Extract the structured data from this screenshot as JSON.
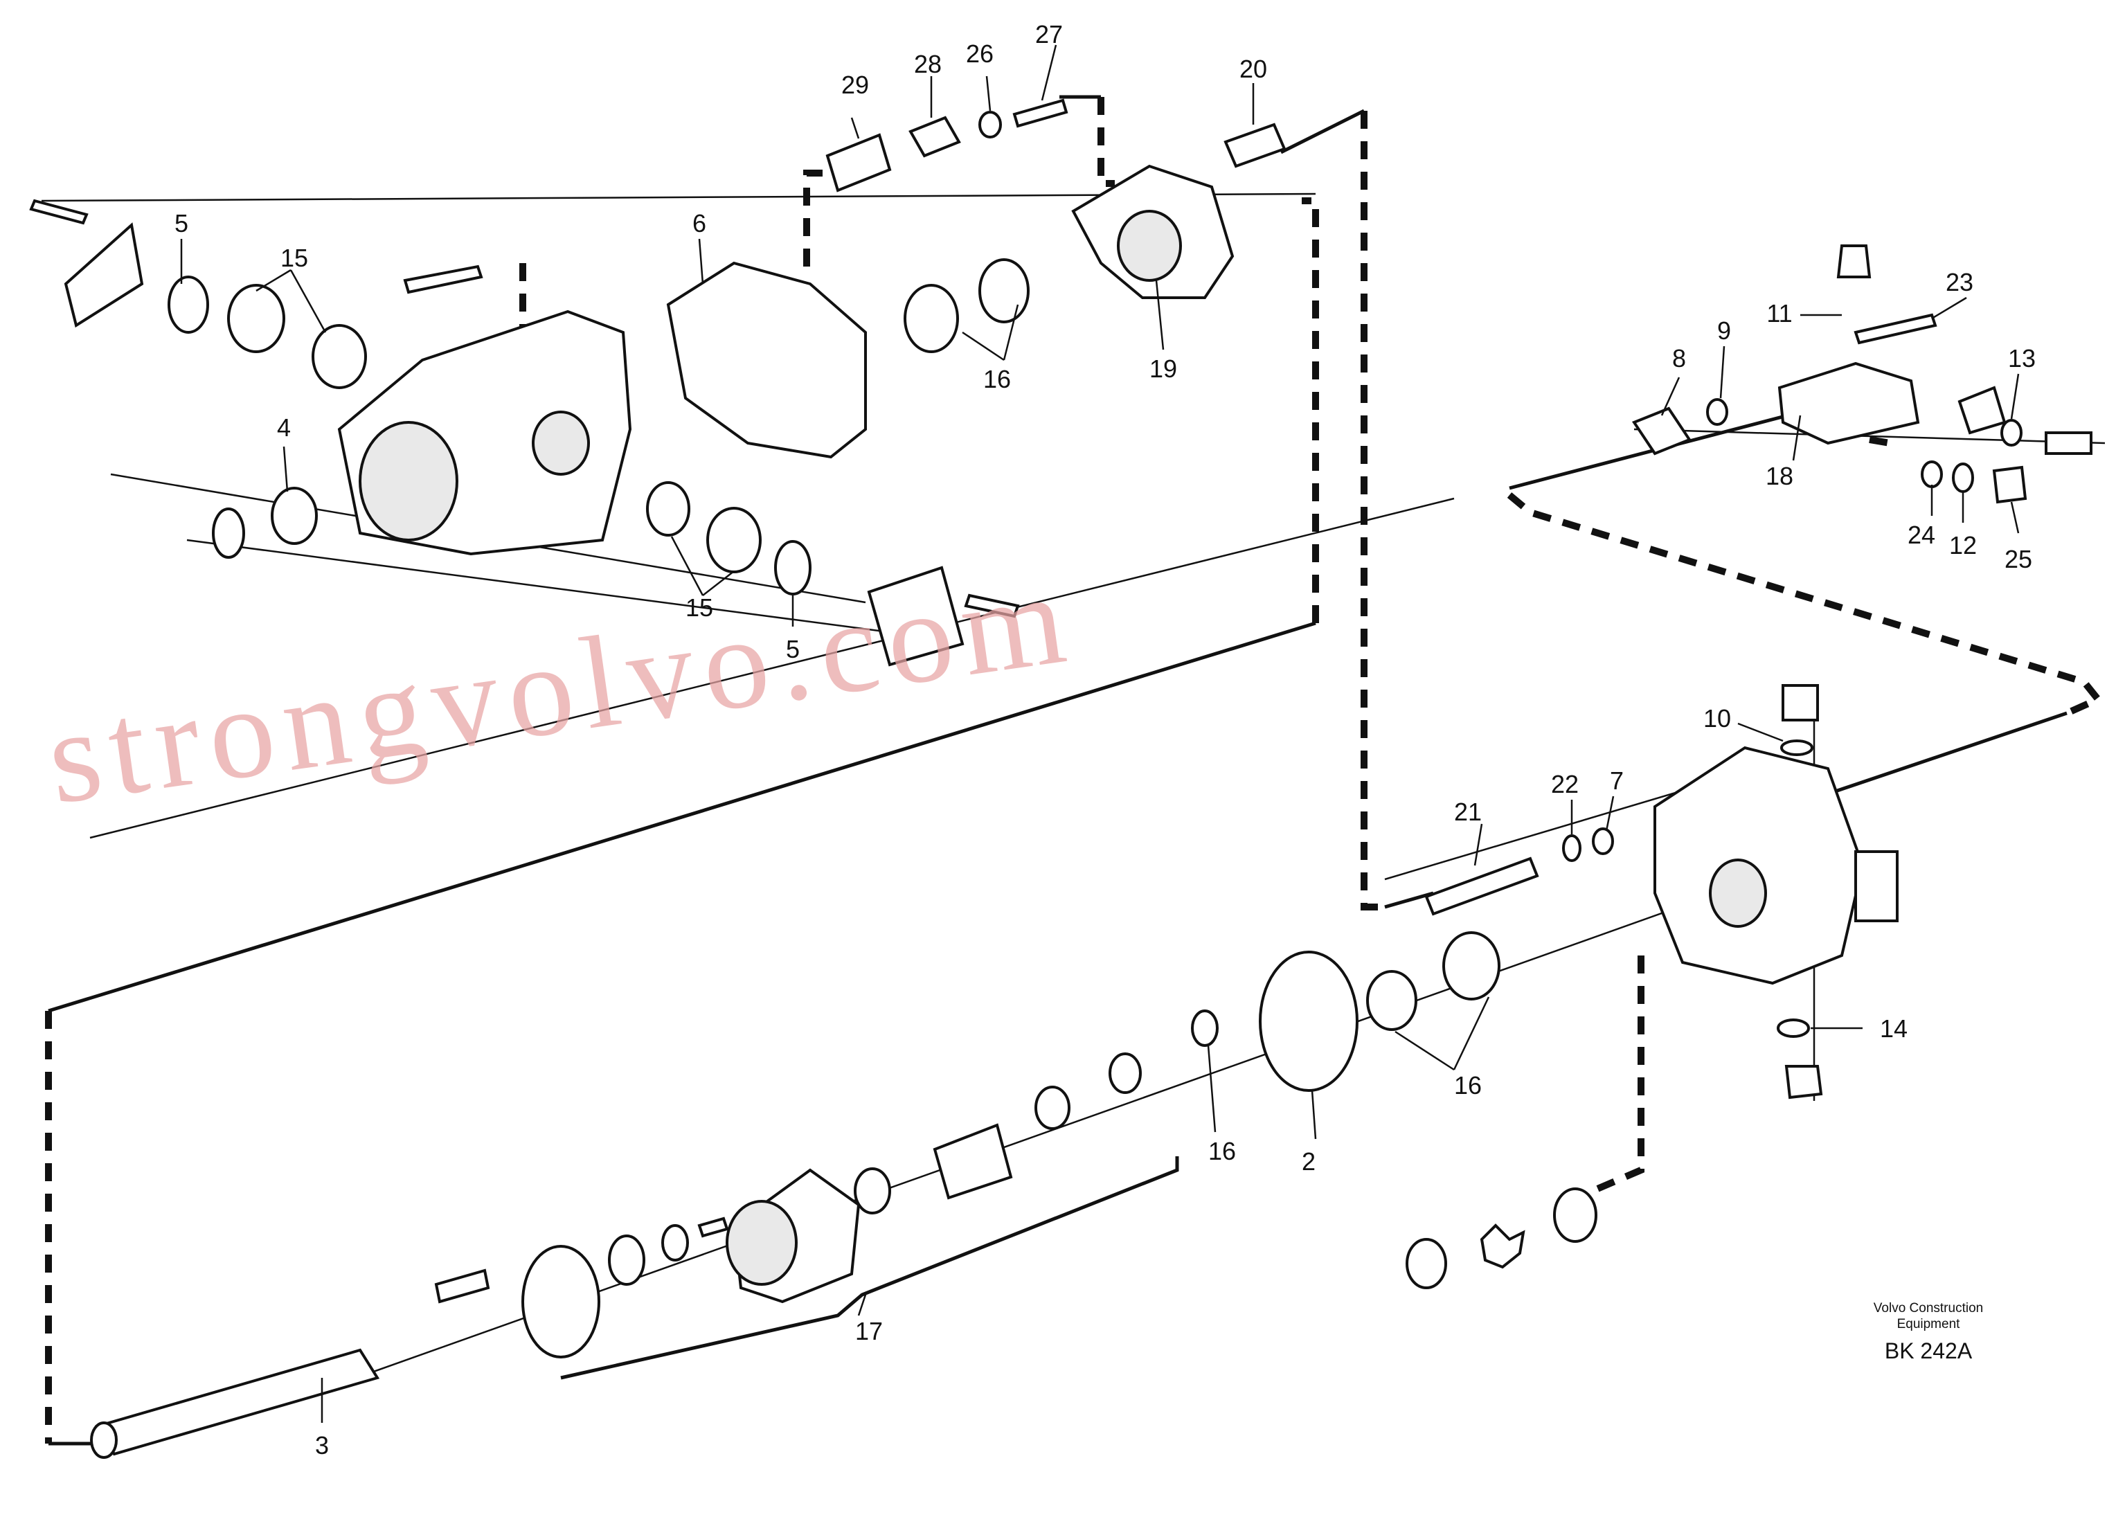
{
  "callouts": {
    "c2": "2",
    "c3": "3",
    "c4": "4",
    "c5a": "5",
    "c5b": "5",
    "c6": "6",
    "c7": "7",
    "c8": "8",
    "c9": "9",
    "c10": "10",
    "c11": "11",
    "c12": "12",
    "c13": "13",
    "c14": "14",
    "c15a": "15",
    "c15b": "15",
    "c16a": "16",
    "c16b": "16",
    "c16c": "16",
    "c17": "17",
    "c18": "18",
    "c19": "19",
    "c20": "20",
    "c21": "21",
    "c22": "22",
    "c23": "23",
    "c24": "24",
    "c25": "25",
    "c26": "26",
    "c27": "27",
    "c28": "28",
    "c29": "29"
  },
  "footer": {
    "company_line1": "Volvo Construction",
    "company_line2": "Equipment",
    "drawing_code": "BK 242A"
  },
  "watermark": "strongvolvo.com"
}
